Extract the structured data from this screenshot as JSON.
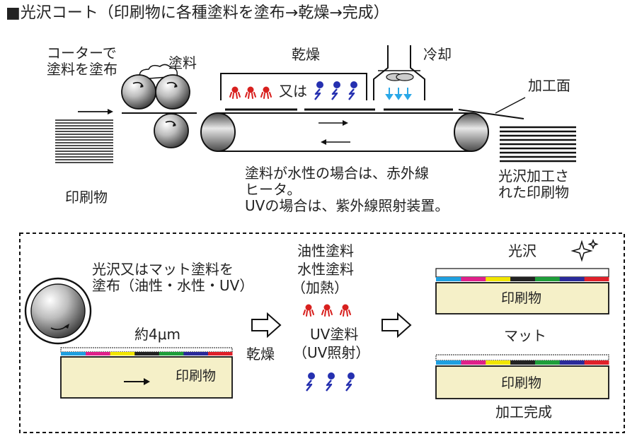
{
  "title": "■光沢コート（印刷物に各種塗料を塗布→乾燥→完成）",
  "top": {
    "coater_label_line1": "コーターで",
    "coater_label_line2": "塗料を塗布",
    "paint_label": "塗料",
    "drying_label": "乾燥",
    "or_label": "又は",
    "cooling_label": "冷却",
    "processed_surface_label": "加工面",
    "printed_matter_label": "印刷物",
    "glossy_result_line1": "光沢加工さ",
    "glossy_result_line2": "れた印刷物",
    "note_line1": "塗料が水性の場合は、赤外線",
    "note_line2": "ヒータ。",
    "note_line3": "UVの場合は、紫外線照射装置。"
  },
  "bottom": {
    "apply_line1": "光沢又はマット塗料を",
    "apply_line2": "塗布（油性・水性・UV）",
    "thickness_label": "約4μm",
    "drying_label": "乾燥",
    "oil_paint": "油性塗料",
    "water_paint": "水性塗料",
    "heating": "（加熱）",
    "uv_paint": "UV塗料",
    "uv_irradiation": "（UV照射）",
    "gloss_label": "光沢",
    "matte_label": "マット",
    "printed_matter_label": "印刷物",
    "finished_label": "加工完成"
  },
  "colors": {
    "ink_bar": [
      "#1fa0e0",
      "#e0208a",
      "#f2e600",
      "#222222",
      "#1e9e3a",
      "#2a2a9a",
      "#e0202a"
    ],
    "heater_red": "#d8201e",
    "uv_blue": "#2530b0",
    "cool_blue": "#2aa8e8",
    "paper_fill": "#f5f0c8"
  }
}
